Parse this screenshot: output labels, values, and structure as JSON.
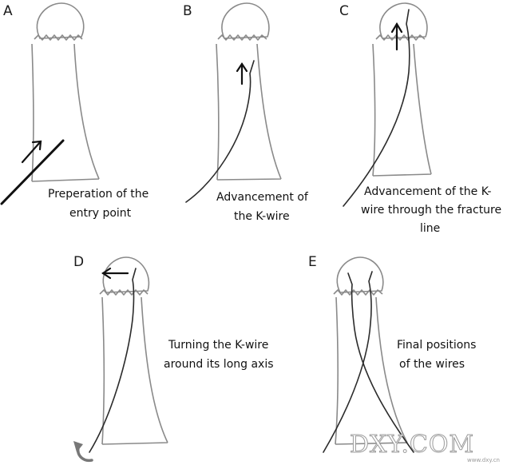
{
  "panels": [
    {
      "letter": "A",
      "caption": [
        "Preperation of the",
        "entry point"
      ]
    },
    {
      "letter": "B",
      "caption": [
        "Advancement of",
        "the K-wire"
      ]
    },
    {
      "letter": "C",
      "caption": [
        "Advancement of the K-",
        "wire through the fracture",
        "line"
      ]
    },
    {
      "letter": "D",
      "caption": [
        "Turning the K-wire",
        "around its long axis"
      ]
    },
    {
      "letter": "E",
      "caption": [
        "Final positions",
        "of the wires"
      ]
    }
  ],
  "watermark": {
    "text": "DXY.COM",
    "sub": "www.dxy.cn"
  },
  "colors": {
    "bone": "#8a8a8a",
    "wire": "#2b2b2b",
    "arrow": "#111111"
  }
}
